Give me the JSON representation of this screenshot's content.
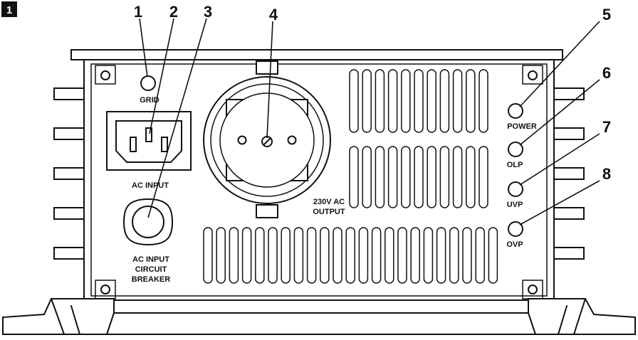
{
  "figure_badge": "1",
  "callouts": [
    {
      "number": "1",
      "target": "grid-led"
    },
    {
      "number": "2",
      "target": "ac-input-socket"
    },
    {
      "number": "3",
      "target": "ac-input-circuit-breaker"
    },
    {
      "number": "4",
      "target": "ac-output-socket"
    },
    {
      "number": "5",
      "target": "power-led"
    },
    {
      "number": "6",
      "target": "olp-led"
    },
    {
      "number": "7",
      "target": "uvp-led"
    },
    {
      "number": "8",
      "target": "ovp-led"
    }
  ],
  "panel_labels": {
    "grid": "GRID",
    "ac_input": "AC INPUT",
    "breaker_line1": "AC INPUT",
    "breaker_line2": "CIRCUIT",
    "breaker_line3": "BREAKER",
    "output_line1": "230V AC",
    "output_line2": "OUTPUT",
    "power": "POWER",
    "olp": "OLP",
    "uvp": "UVP",
    "ovp": "OVP"
  }
}
